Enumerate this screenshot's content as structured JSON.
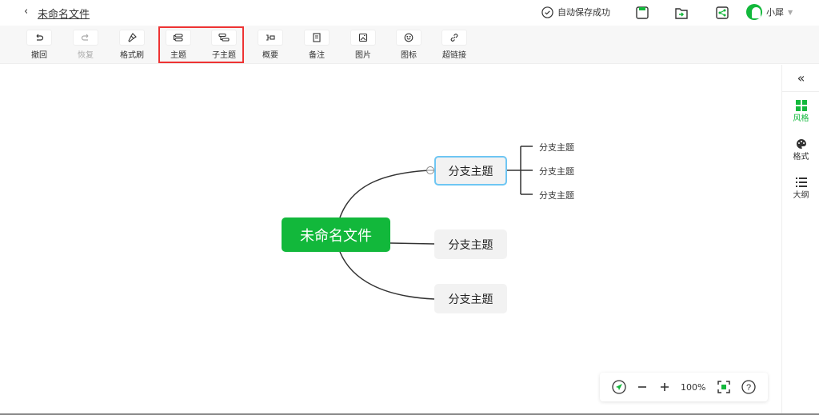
{
  "header": {
    "back_icon": "‹",
    "title": "未命名文件",
    "save_status": "自动保存成功",
    "icons": [
      "save-icon",
      "export-icon",
      "share-icon"
    ],
    "user_name": "小犀",
    "caret": "▼"
  },
  "toolbar": {
    "items": [
      {
        "label": "撤回",
        "icon": "undo-icon",
        "enabled": true
      },
      {
        "label": "恢复",
        "icon": "redo-icon",
        "enabled": false
      },
      {
        "label": "格式刷",
        "icon": "format-brush-icon",
        "enabled": true
      },
      {
        "label": "主题",
        "icon": "topic-icon",
        "enabled": true
      },
      {
        "label": "子主题",
        "icon": "subtopic-icon",
        "enabled": true
      },
      {
        "label": "概要",
        "icon": "summary-icon",
        "enabled": true
      },
      {
        "label": "备注",
        "icon": "note-icon",
        "enabled": true
      },
      {
        "label": "图片",
        "icon": "image-icon",
        "enabled": true
      },
      {
        "label": "图标",
        "icon": "emoji-icon",
        "enabled": true
      },
      {
        "label": "超链接",
        "icon": "link-icon",
        "enabled": true
      }
    ]
  },
  "side_panel": {
    "collapse_icon": "«",
    "items": [
      {
        "label": "风格",
        "icon": "grid-icon",
        "active": true
      },
      {
        "label": "格式",
        "icon": "palette-icon",
        "active": false
      },
      {
        "label": "大纲",
        "icon": "list-icon",
        "active": false
      }
    ]
  },
  "mindmap": {
    "root": "未命名文件",
    "branches": [
      {
        "label": "分支主题",
        "selected": true,
        "children": [
          "分支主题",
          "分支主题",
          "分支主题"
        ]
      },
      {
        "label": "分支主题",
        "selected": false,
        "children": []
      },
      {
        "label": "分支主题",
        "selected": false,
        "children": []
      }
    ]
  },
  "zoom_controls": {
    "zoom_level": "100%"
  },
  "colors": {
    "accent": "#12b83b",
    "selected_border": "#6ec6f3",
    "highlight": "#e33333"
  }
}
